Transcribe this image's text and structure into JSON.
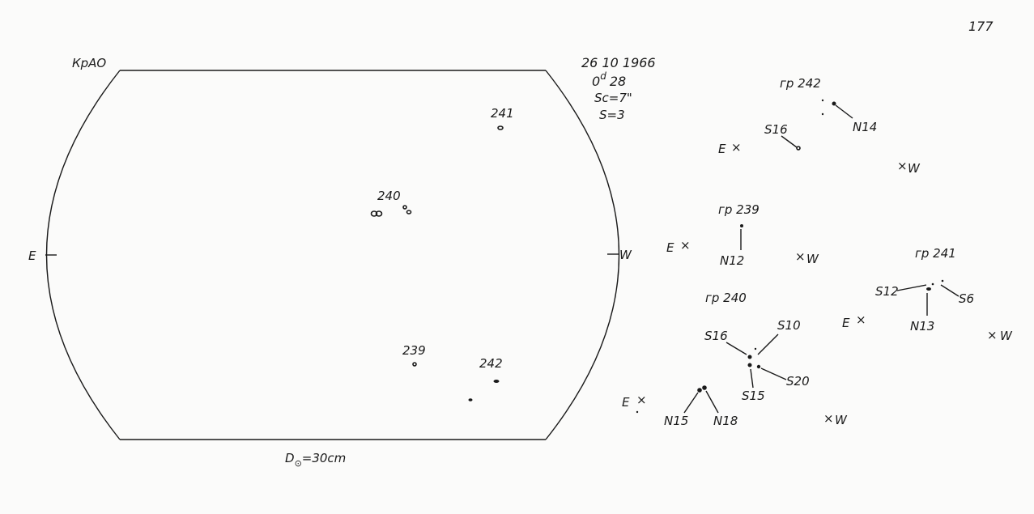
{
  "page_number": "177",
  "disk": {
    "observatory": "КрАО",
    "date": "26 10 1966",
    "time_prefix": "0",
    "time_sup": "d",
    "time_value": "28",
    "scale": "Sc=7\"",
    "seeing": "S=3",
    "east_label": "E",
    "west_label": "W",
    "diameter_prefix": "D",
    "diameter_sub": "⊙",
    "diameter_value": "=30cm",
    "groups": [
      "241",
      "240",
      "239",
      "242"
    ]
  },
  "sketches": {
    "gr242": {
      "title": "гр 242",
      "labels": [
        "S16",
        "N14"
      ],
      "east": "E",
      "west": "W"
    },
    "gr239": {
      "title": "гр 239",
      "labels": [
        "N12"
      ],
      "east": "E",
      "west": "W"
    },
    "gr241": {
      "title": "гр 241",
      "labels": [
        "S12",
        "S6",
        "N13"
      ],
      "east": "E",
      "west": "W"
    },
    "gr240": {
      "title": "гр 240",
      "labels": [
        "S16",
        "S10",
        "S20",
        "S15",
        "N15",
        "N18"
      ],
      "east": "E",
      "west": "W"
    }
  }
}
